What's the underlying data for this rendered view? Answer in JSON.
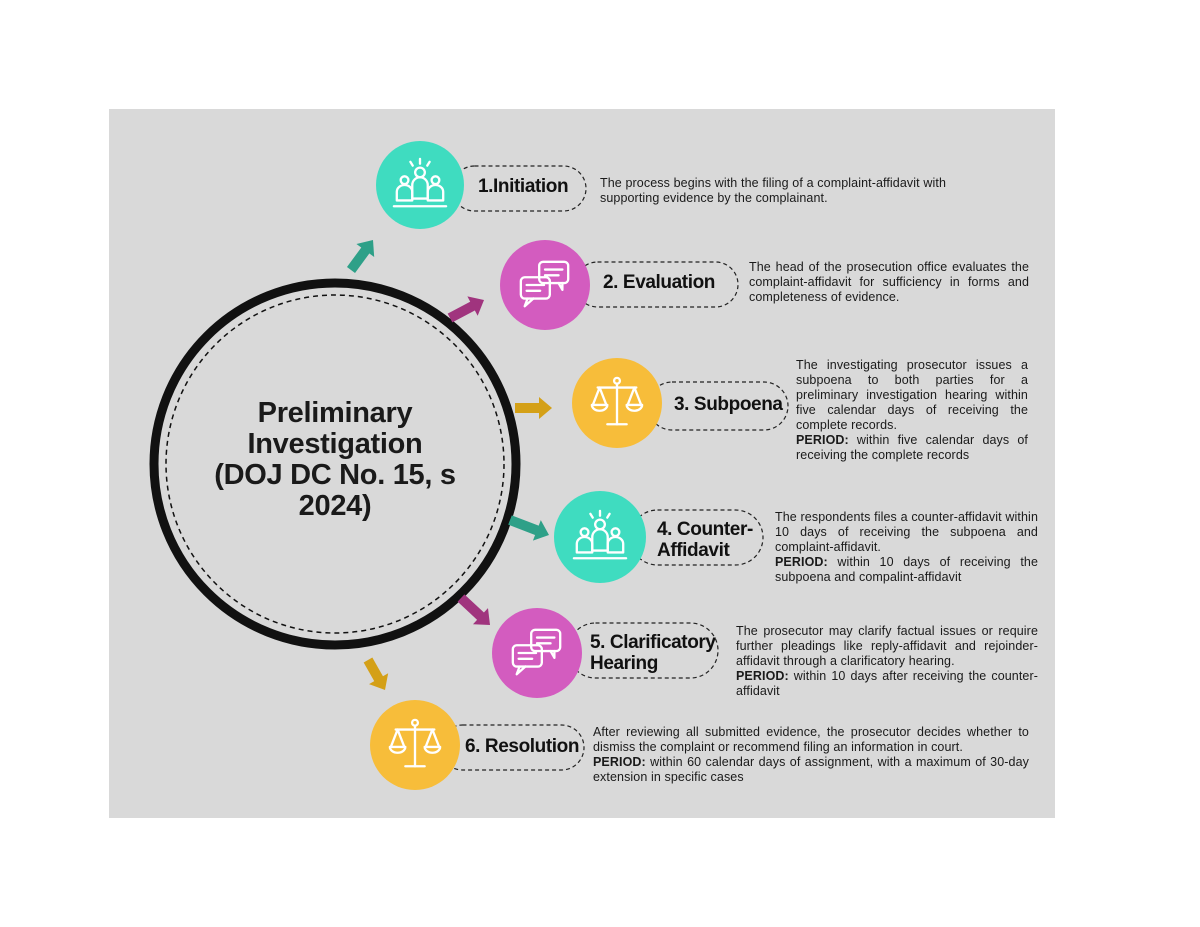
{
  "hub": {
    "title_lines": [
      "Preliminary",
      "Investigation",
      "(DOJ DC No. 15, s",
      "2024)"
    ]
  },
  "colors": {
    "background": "#d9d9d9",
    "teal": "#3fdcc0",
    "magenta": "#d35cbf",
    "amber": "#f7bd3a",
    "arrow_teal": "#2ea088",
    "arrow_magenta": "#a0347e",
    "arrow_amber": "#d4a017"
  },
  "steps": [
    {
      "label": "1.Initiation",
      "icon": "people-icon",
      "color": "teal",
      "description": "The process begins with the filing of a complaint-affidavit with supporting evidence by the complainant.",
      "period_label": "",
      "period": ""
    },
    {
      "label": "2. Evaluation",
      "icon": "chat-bubbles-icon",
      "color": "magenta",
      "description": "The head of the prosecution office evaluates the complaint-affidavit for sufficiency in forms and completeness of evidence.",
      "period_label": "",
      "period": ""
    },
    {
      "label": "3. Subpoena",
      "icon": "scales-icon",
      "color": "amber",
      "description": "The investigating prosecutor issues a subpoena to both parties for a preliminary investigation hearing within five calendar days of receiving the complete records.",
      "period_label": "PERIOD:",
      "period": "within five calendar days of receiving the complete records"
    },
    {
      "label_lines": [
        "4. Counter-",
        "Affidavit"
      ],
      "icon": "people-icon",
      "color": "teal",
      "description": "The respondents files a counter-affidavit within 10 days of receiving the subpoena and complaint-affidavit.",
      "period_label": "PERIOD:",
      "period": "within 10 days of receiving the subpoena and compalint-affidavit"
    },
    {
      "label_lines": [
        "5. Clarificatory",
        "Hearing"
      ],
      "icon": "chat-bubbles-icon",
      "color": "magenta",
      "description": "The prosecutor may clarify factual issues or require further pleadings like reply-affidavit and rejoinder-affidavit through a clarificatory hearing.",
      "period_label": "PERIOD:",
      "period": "within 10 days after receiving the counter-affidavit"
    },
    {
      "label": "6. Resolution",
      "icon": "scales-icon",
      "color": "amber",
      "description": "After reviewing all submitted evidence, the prosecutor decides whether to dismiss the complaint or recommend filing an information in court.",
      "period_label": "PERIOD:",
      "period": "within 60 calendar days of assignment, with a maximum of 30-day extension in specific cases"
    }
  ]
}
